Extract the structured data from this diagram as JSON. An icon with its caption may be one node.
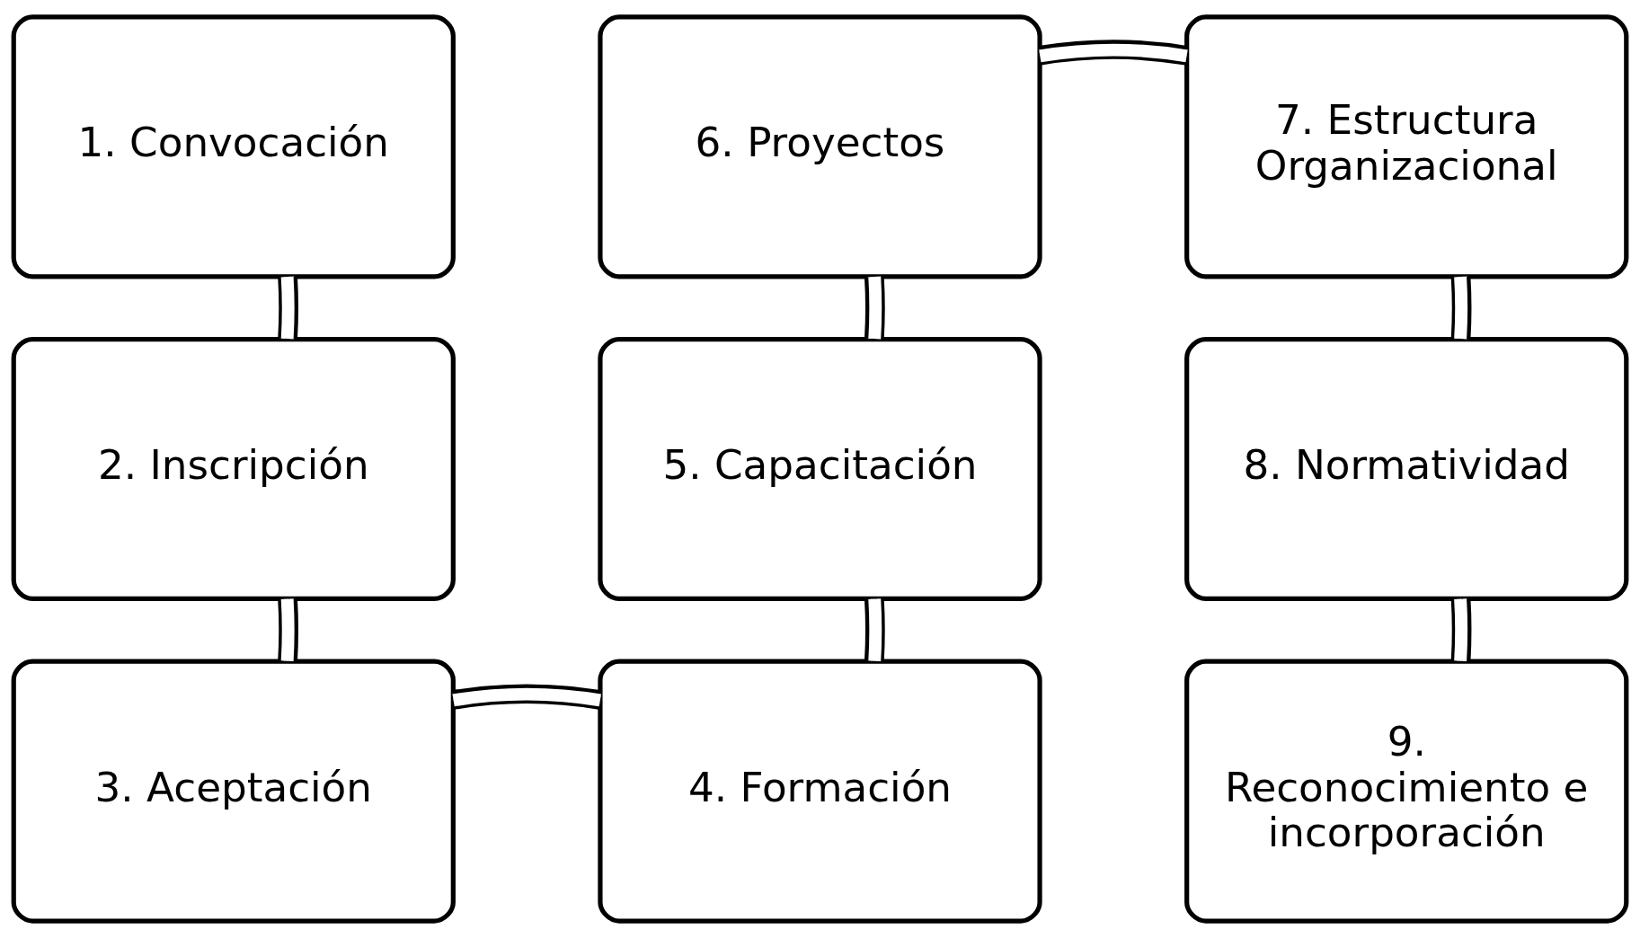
{
  "diagram": {
    "nodes": [
      {
        "text": [
          "1. Convocación"
        ]
      },
      {
        "text": [
          "2. Inscripción"
        ]
      },
      {
        "text": [
          "3. Aceptación"
        ]
      },
      {
        "text": [
          "4. Formación"
        ]
      },
      {
        "text": [
          "5. Capacitación"
        ]
      },
      {
        "text": [
          "6. Proyectos"
        ]
      },
      {
        "text": [
          "7. Estructura Organizacional"
        ]
      },
      {
        "text": [
          "8. Normatividad"
        ]
      },
      {
        "text": [
          "9. Reconocimiento e incorporación"
        ]
      }
    ],
    "edges": [
      {
        "from": 0,
        "to": 1,
        "arrow": "none"
      },
      {
        "from": 1,
        "to": 2,
        "arrow": "none"
      },
      {
        "from": 2,
        "to": 3,
        "arrow": "none"
      },
      {
        "from": 3,
        "to": 4,
        "arrow": "none"
      },
      {
        "from": 4,
        "to": 5,
        "arrow": "none"
      },
      {
        "from": 5,
        "to": 6,
        "arrow": "none"
      },
      {
        "from": 6,
        "to": 7,
        "arrow": "none"
      },
      {
        "from": 7,
        "to": 8,
        "arrow": "none"
      }
    ]
  }
}
